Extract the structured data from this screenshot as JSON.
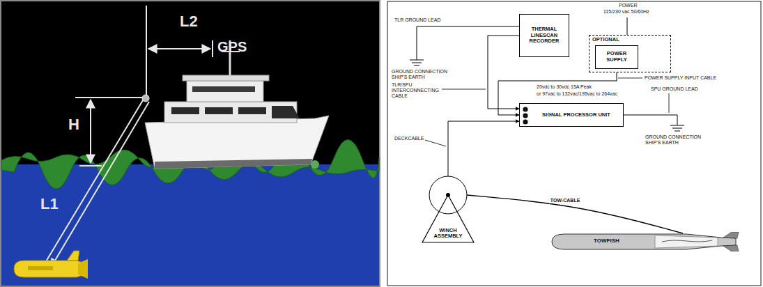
{
  "diagram": {
    "nodes": [
      {
        "text": [
          "THERMAL LINESCAN RECORDER"
        ]
      },
      {
        "text": [
          "OPTIONAL"
        ]
      },
      {
        "text": [
          "POWER SUPPLY"
        ],
        "in": 1
      },
      {
        "text": [
          "SIGNAL PROCESSOR UNIT"
        ]
      },
      {
        "text": [
          "WINCH ASSEMBLY"
        ]
      },
      {
        "text": [
          "TOWFISH"
        ]
      }
    ],
    "edges": [
      {
        "from": 0,
        "to": 3,
        "arrow": "to"
      },
      {
        "from": 2,
        "to": 3,
        "arrow": "to"
      },
      {
        "from": 4,
        "to": 3,
        "arrow": "to"
      },
      {
        "from": 4,
        "to": 5,
        "label": "TOW-CABLE",
        "arrow": "none"
      }
    ],
    "labels": [
      "L2",
      "GPS",
      "H",
      "L1",
      "TLR GROUND LEAD",
      "GROUND CONNECTION SHIP'S EARTH",
      "POWER",
      "115/230 vac 50/60Hz",
      "POWER SUPPLY INPUT CABLE",
      "TLR/SPU INTERCONNECTING CABLE",
      "20vdc to 30vdc 15A Peak",
      "or 97vac to 132vac/195vac to 264vac",
      "SPU GROUND LEAD",
      "GROUND CONNECTION SHIP'S EARTH",
      "DECKCABLE"
    ]
  }
}
